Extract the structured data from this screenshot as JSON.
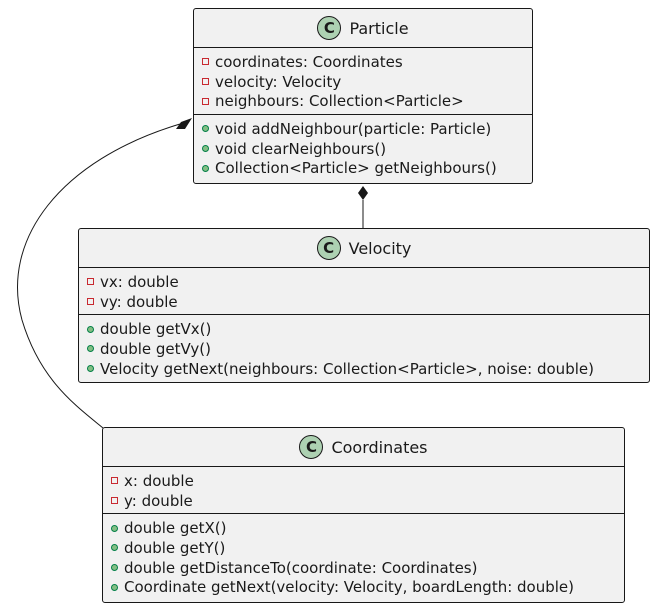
{
  "diagram": {
    "classes": [
      {
        "id": "particle",
        "stereotype": "C",
        "name": "Particle",
        "attributes": [
          {
            "visibility": "private",
            "text": "coordinates: Coordinates"
          },
          {
            "visibility": "private",
            "text": "velocity: Velocity"
          },
          {
            "visibility": "private",
            "text": "neighbours: Collection<Particle>"
          }
        ],
        "methods": [
          {
            "visibility": "public",
            "text": "void addNeighbour(particle: Particle)"
          },
          {
            "visibility": "public",
            "text": "void clearNeighbours()"
          },
          {
            "visibility": "public",
            "text": "Collection<Particle> getNeighbours()"
          }
        ]
      },
      {
        "id": "velocity",
        "stereotype": "C",
        "name": "Velocity",
        "attributes": [
          {
            "visibility": "private",
            "text": "vx: double"
          },
          {
            "visibility": "private",
            "text": "vy: double"
          }
        ],
        "methods": [
          {
            "visibility": "public",
            "text": "double getVx()"
          },
          {
            "visibility": "public",
            "text": "double getVy()"
          },
          {
            "visibility": "public",
            "text": "Velocity getNext(neighbours: Collection<Particle>, noise: double)"
          }
        ]
      },
      {
        "id": "coordinates",
        "stereotype": "C",
        "name": "Coordinates",
        "attributes": [
          {
            "visibility": "private",
            "text": "x: double"
          },
          {
            "visibility": "private",
            "text": "y: double"
          }
        ],
        "methods": [
          {
            "visibility": "public",
            "text": "double getX()"
          },
          {
            "visibility": "public",
            "text": "double getY()"
          },
          {
            "visibility": "public",
            "text": "double getDistanceTo(coordinate: Coordinates)"
          },
          {
            "visibility": "public",
            "text": "Coordinate getNext(velocity: Velocity, boardLength: double)"
          }
        ]
      }
    ],
    "relations": [
      {
        "from": "particle",
        "to": "velocity",
        "type": "composition"
      },
      {
        "from": "particle",
        "to": "coordinates",
        "type": "composition"
      }
    ],
    "colors": {
      "class_fill": "#f1f1f1",
      "border": "#181818",
      "stereotype_badge": "#add1b2",
      "private_marker": "#c82930",
      "public_marker": "#84be84"
    }
  }
}
